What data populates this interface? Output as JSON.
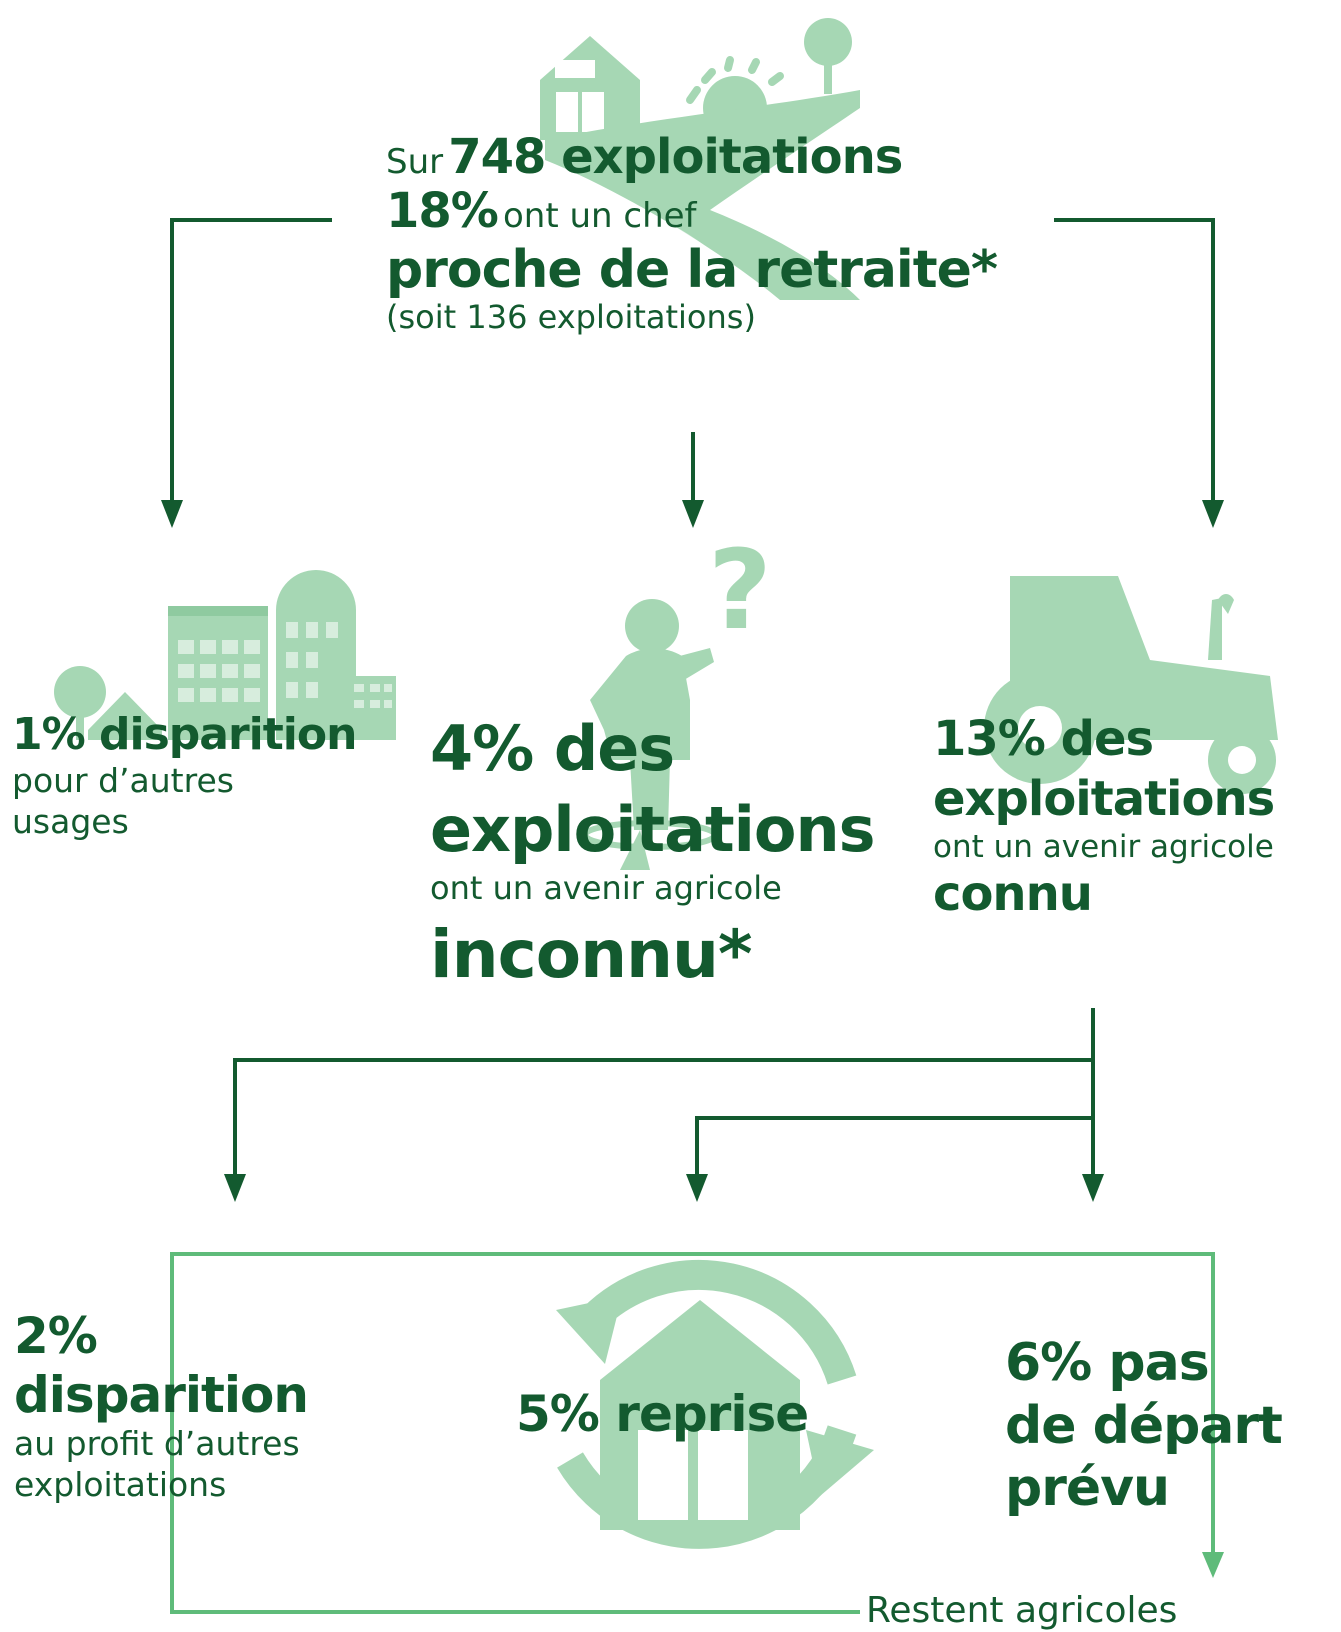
{
  "colors": {
    "dark_green": "#135a2f",
    "light_green": "#a6d7b4",
    "mid_green": "#5fbb7a",
    "icon_white": "#ffffff"
  },
  "top": {
    "line1_prefix": "Sur",
    "line1_bold": "748 exploitations",
    "line2_bold": "18%",
    "line2_text": "ont un chef",
    "line3_bold": "proche de la retraite*",
    "line4": "(soit 136 exploitations)",
    "icon": "farm-landscape-icon"
  },
  "left": {
    "title": "1% disparition",
    "line1": "pour d’autres",
    "line2": "usages",
    "icon": "city-buildings-icon"
  },
  "middle": {
    "line1": "4% des",
    "line2": "exploitations",
    "line3": "ont un avenir agricole",
    "line4": "inconnu*",
    "icon": "thinking-person-question-icon"
  },
  "right": {
    "line1": "13% des",
    "line2": "exploitations",
    "line3": "ont un avenir agricole",
    "line4": "connu",
    "icon": "tractor-icon"
  },
  "bottom_left": {
    "line1": "2%",
    "line2": "disparition",
    "line3": "au profit d’autres",
    "line4": "exploitations"
  },
  "bottom_middle": {
    "label": "5% reprise",
    "icon": "barn-cycle-icon"
  },
  "bottom_right": {
    "line1": "6% pas",
    "line2": "de départ",
    "line3": "prévu"
  },
  "footer": {
    "label": "Restent agricoles"
  }
}
